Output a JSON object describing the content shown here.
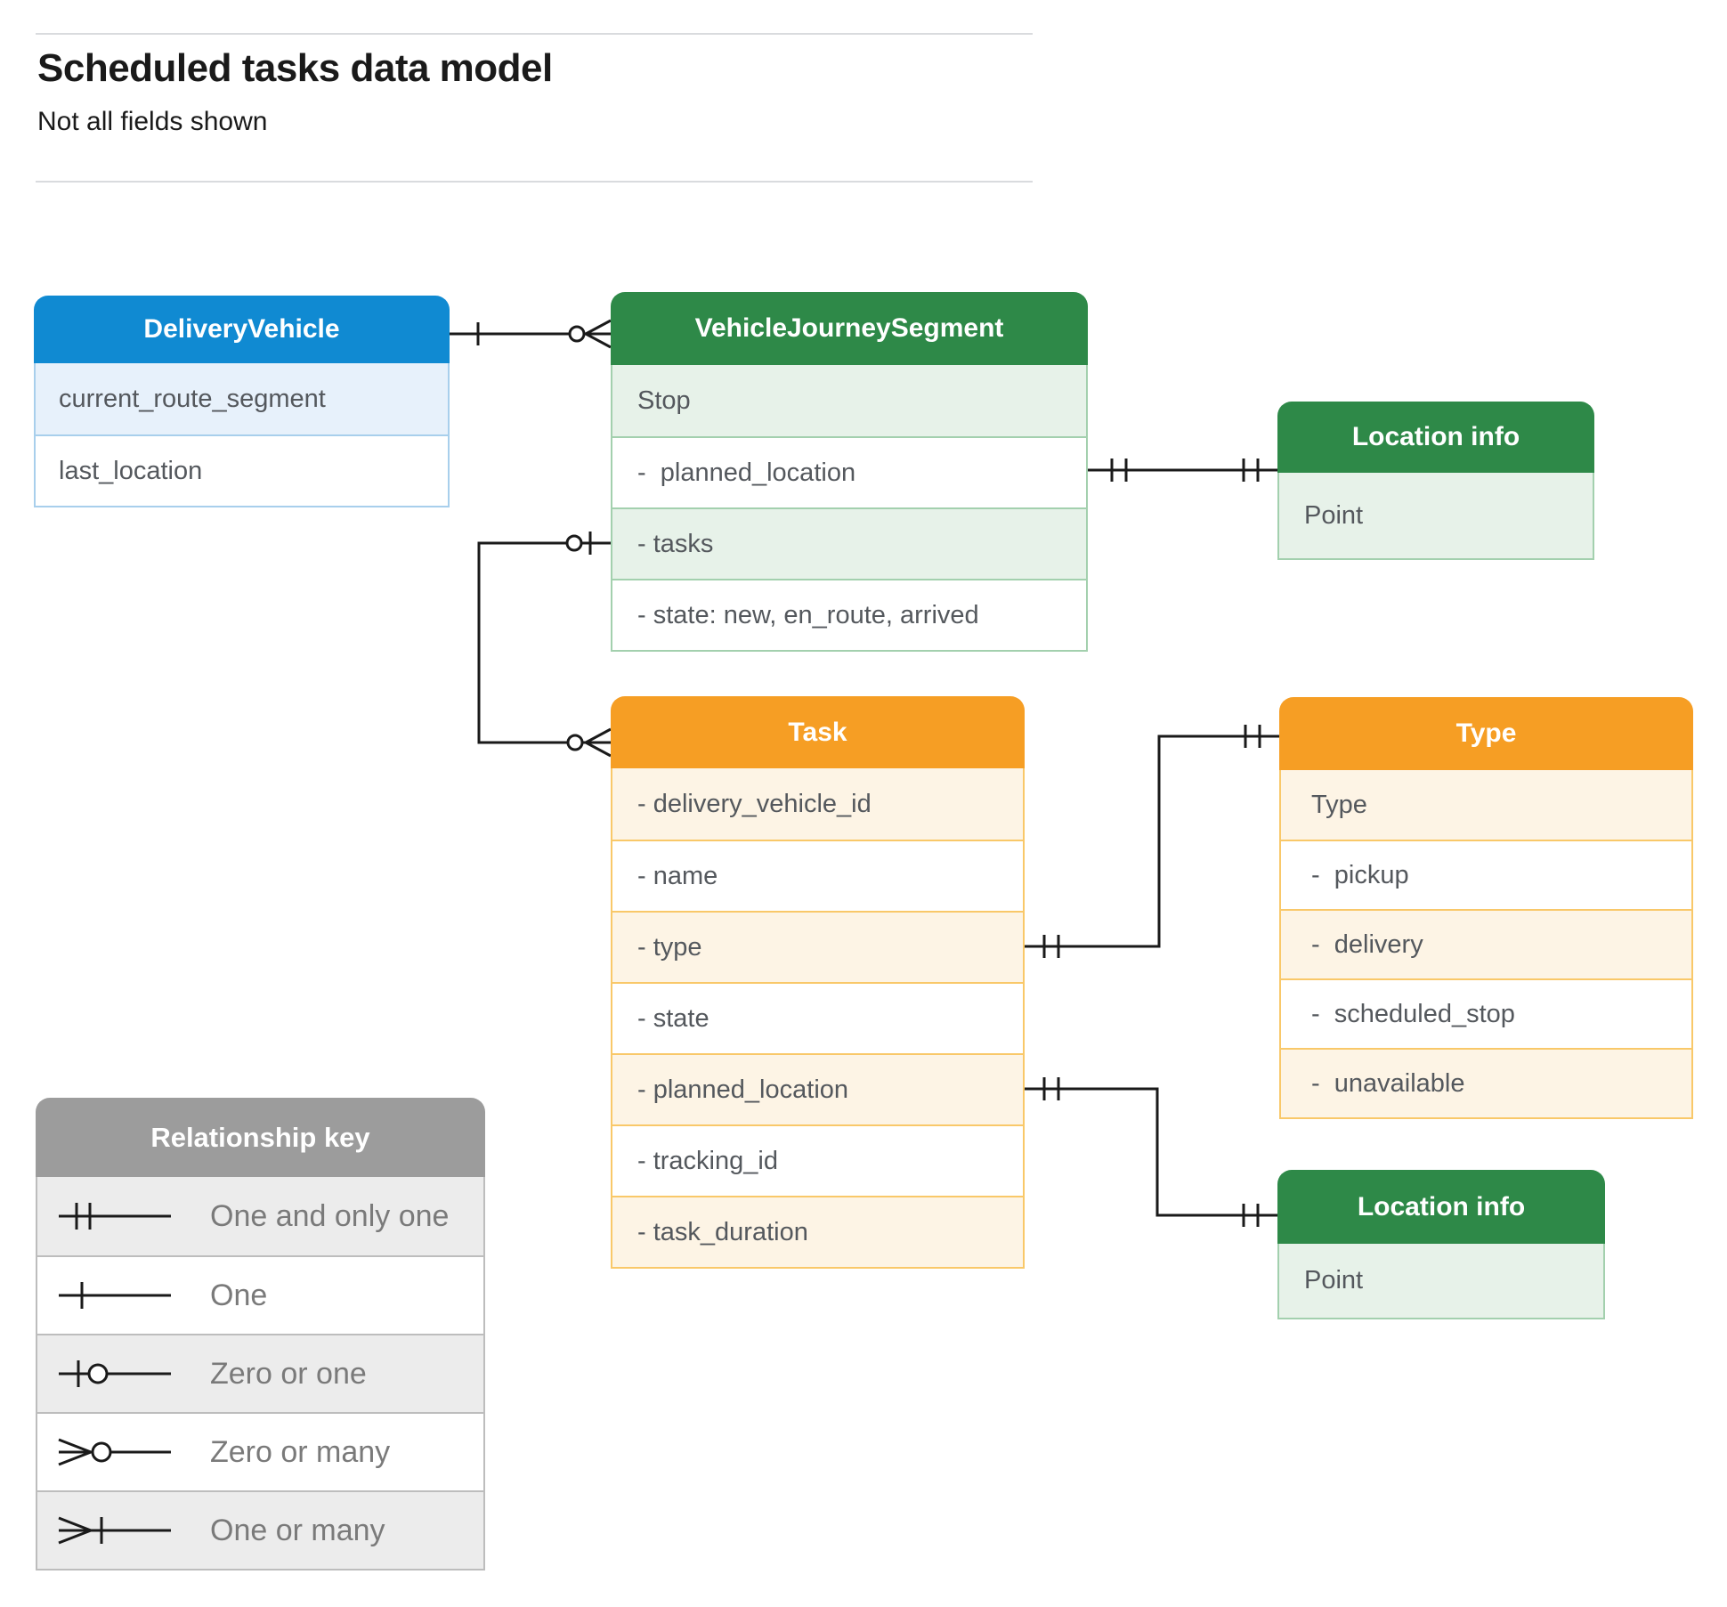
{
  "page": {
    "title": "Scheduled tasks data model",
    "subtitle": "Not all fields shown"
  },
  "entities": {
    "delivery_vehicle": {
      "title": "DeliveryVehicle",
      "rows": [
        "current_route_segment",
        "last_location"
      ]
    },
    "vehicle_journey_segment": {
      "title": "VehicleJourneySegment",
      "rows": [
        "Stop",
        "-  planned_location",
        "- tasks",
        "- state: new, en_route, arrived"
      ]
    },
    "location_info_top": {
      "title": "Location info",
      "rows": [
        "Point"
      ]
    },
    "task": {
      "title": "Task",
      "rows": [
        "- delivery_vehicle_id",
        "- name",
        "- type",
        "- state",
        "- planned_location",
        "- tracking_id",
        "- task_duration"
      ]
    },
    "type": {
      "title": "Type",
      "rows": [
        "Type",
        "-  pickup",
        "-  delivery",
        "-  scheduled_stop",
        "-  unavailable"
      ]
    },
    "location_info_bottom": {
      "title": "Location info",
      "rows": [
        "Point"
      ]
    }
  },
  "relationships": [
    {
      "from": "DeliveryVehicle",
      "to": "VehicleJourneySegment",
      "from_cardinality": "one",
      "to_cardinality": "zero-or-many"
    },
    {
      "from": "VehicleJourneySegment.tasks",
      "to": "Task",
      "from_cardinality": "zero-or-one",
      "to_cardinality": "zero-or-many"
    },
    {
      "from": "VehicleJourneySegment.planned_location",
      "to": "Location info",
      "from_cardinality": "one-and-only-one",
      "to_cardinality": "one-and-only-one"
    },
    {
      "from": "Task.type",
      "to": "Type",
      "from_cardinality": "one-and-only-one",
      "to_cardinality": "one-and-only-one"
    },
    {
      "from": "Task.planned_location",
      "to": "Location info",
      "from_cardinality": "one-and-only-one",
      "to_cardinality": "one-and-only-one"
    }
  ],
  "legend": {
    "title": "Relationship key",
    "items": [
      {
        "symbol": "one-and-only-one",
        "label": "One and only one"
      },
      {
        "symbol": "one",
        "label": "One"
      },
      {
        "symbol": "zero-or-one",
        "label": "Zero or one"
      },
      {
        "symbol": "zero-or-many",
        "label": "Zero or many"
      },
      {
        "symbol": "one-or-many",
        "label": "One or many"
      }
    ]
  },
  "colors": {
    "blue": "#108AD2",
    "blue_tint": "#E7F1FB",
    "blue_border": "#A8CFEC",
    "green": "#2E8948",
    "green_tint": "#E7F2E9",
    "green_border": "#A3D0AE",
    "orange": "#F69E24",
    "orange_tint": "#FDF4E5",
    "orange_border": "#F9C869",
    "gray": "#9C9C9C",
    "gray_tint": "#ECECEC",
    "gray_border": "#BDBDBD",
    "line": "#1A1A1A",
    "text": "#54585D",
    "legend_text": "#7A7A7A",
    "title_text": "#1A1A1A",
    "rule": "#D9DBDE"
  }
}
